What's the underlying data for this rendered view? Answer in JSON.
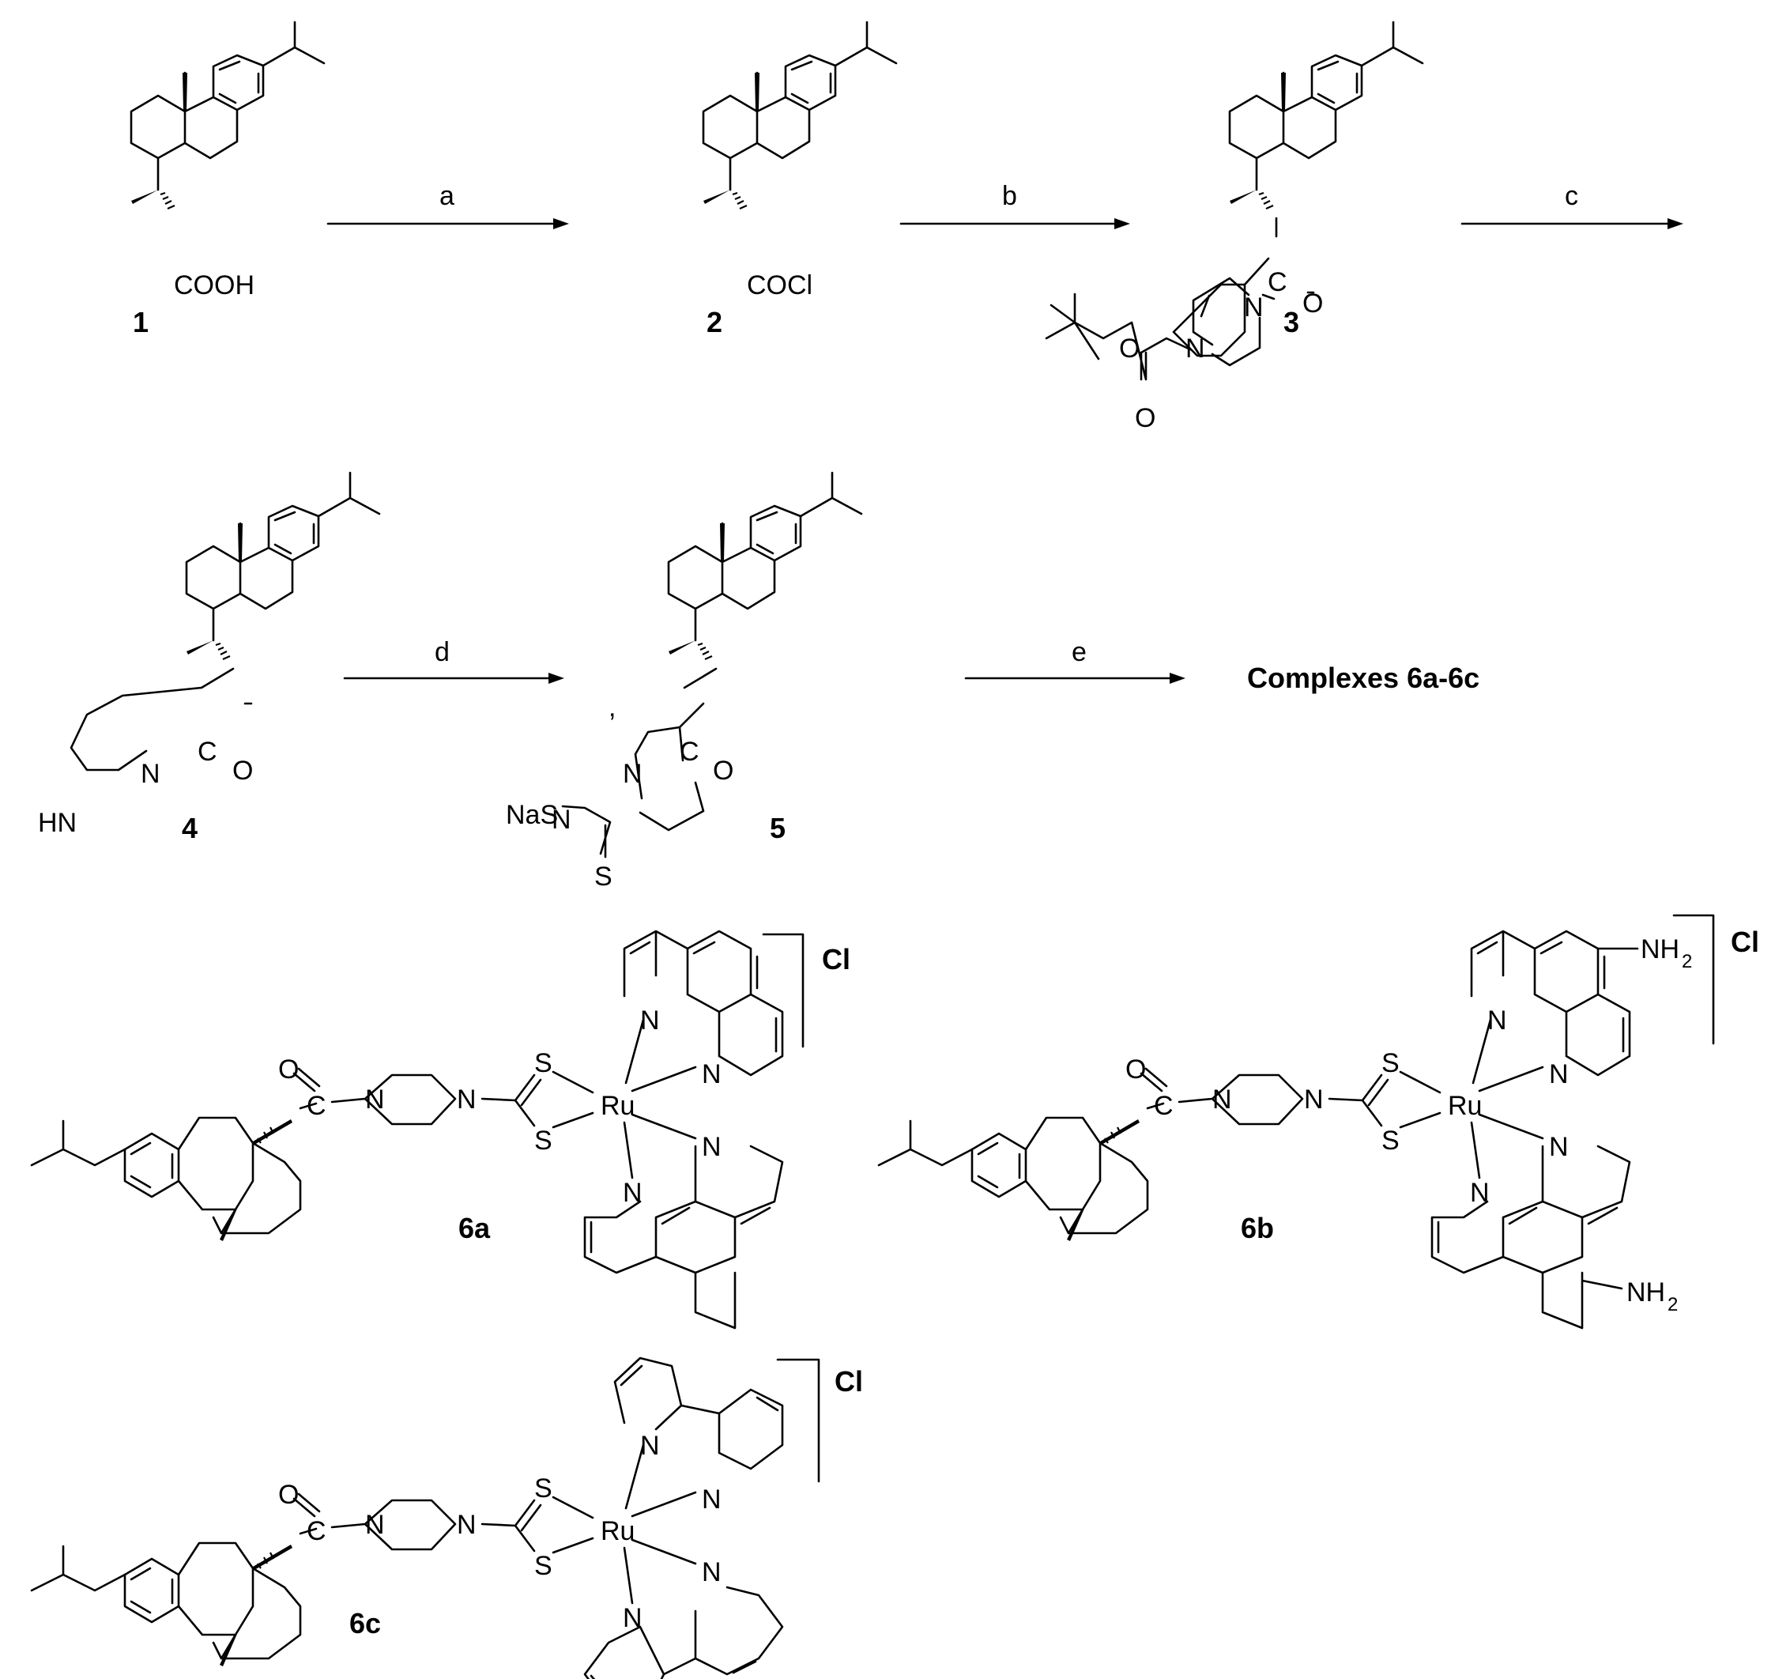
{
  "scheme": {
    "compounds": [
      {
        "label": "1",
        "acyl_group": "COOH"
      },
      {
        "label": "2",
        "acyl_group": "COCl"
      },
      {
        "label": "3",
        "carbonyl_c": "C",
        "carbonyl_o": "O",
        "amide_n": "N",
        "boc_n": "N",
        "boc_o_ester": "O",
        "boc_o_keto": "O"
      },
      {
        "label": "4",
        "carbonyl_c": "C",
        "carbonyl_o": "O",
        "amide_n": "N",
        "amine": "HN"
      },
      {
        "label": "5",
        "carbonyl_c": "C",
        "carbonyl_o": "O",
        "amide_n": "N",
        "dtc_n": "N",
        "salt": "NaS",
        "thione": "S",
        "comma": ","
      }
    ],
    "steps": [
      {
        "label": "a"
      },
      {
        "label": "b"
      },
      {
        "label": "c"
      },
      {
        "label": "d"
      },
      {
        "label": "e"
      }
    ],
    "product_text": "Complexes 6a-6c",
    "complexes": [
      {
        "label": "6a",
        "counterion": "Cl",
        "metal": "Ru",
        "s1": "S",
        "s2": "S",
        "c_atom": "C",
        "o_atom": "O",
        "n1": "N",
        "n2": "N",
        "ligand_n": [
          "N",
          "N",
          "N",
          "N"
        ]
      },
      {
        "label": "6b",
        "counterion": "Cl",
        "metal": "Ru",
        "s1": "S",
        "s2": "S",
        "c_atom": "C",
        "o_atom": "O",
        "n1": "N",
        "n2": "N",
        "ligand_n": [
          "N",
          "N",
          "N",
          "N"
        ],
        "nh2": "NH",
        "nh2_sub": "2"
      },
      {
        "label": "6c",
        "counterion": "Cl",
        "metal": "Ru",
        "s1": "S",
        "s2": "S",
        "c_atom": "C",
        "o_atom": "O",
        "n1": "N",
        "n2": "N",
        "ligand_n": [
          "N",
          "N",
          "N",
          "N"
        ]
      }
    ]
  }
}
